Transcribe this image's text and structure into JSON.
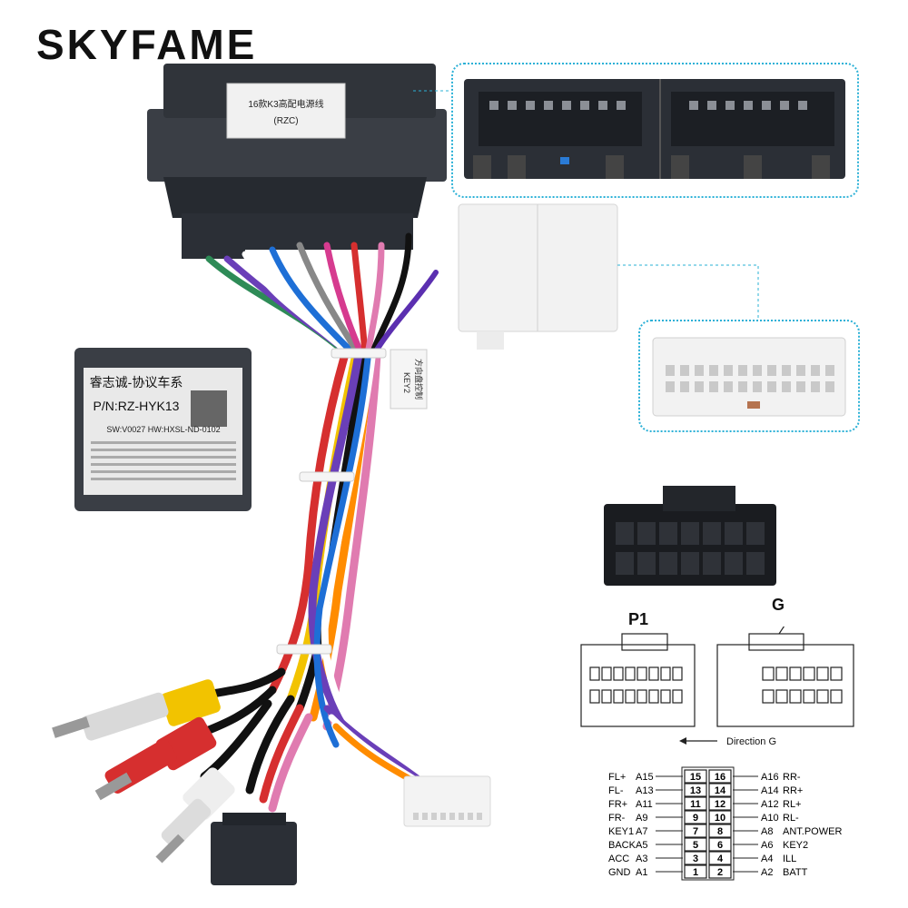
{
  "brand": "SKYFAME",
  "main_connector_label": {
    "line1": "16款K3高配电源线",
    "line2": "(RZC)"
  },
  "module_label": {
    "title": "睿志诚-协议车系",
    "pn": "P/N:RZ-HYK13",
    "sw": "SW:V0027 HW:HXSL-ND-0102"
  },
  "cable_tag": {
    "line1": "KEY2",
    "line2": "方向盘控制"
  },
  "diagram": {
    "p1": "P1",
    "g": "G",
    "direction": "Direction G"
  },
  "pins": [
    {
      "left_label": "FL+",
      "left_code": "A15",
      "left_num": "15",
      "right_num": "16",
      "right_code": "A16",
      "right_label": "RR-"
    },
    {
      "left_label": "FL-",
      "left_code": "A13",
      "left_num": "13",
      "right_num": "14",
      "right_code": "A14",
      "right_label": "RR+"
    },
    {
      "left_label": "FR+",
      "left_code": "A11",
      "left_num": "11",
      "right_num": "12",
      "right_code": "A12",
      "right_label": "RL+"
    },
    {
      "left_label": "FR-",
      "left_code": "A9",
      "left_num": "9",
      "right_num": "10",
      "right_code": "A10",
      "right_label": "RL-"
    },
    {
      "left_label": "KEY1",
      "left_code": "A7",
      "left_num": "7",
      "right_num": "8",
      "right_code": "A8",
      "right_label": "ANT.POWER"
    },
    {
      "left_label": "BACK",
      "left_code": "A5",
      "left_num": "5",
      "right_num": "6",
      "right_code": "A6",
      "right_label": "KEY2"
    },
    {
      "left_label": "ACC",
      "left_code": "A3",
      "left_num": "3",
      "right_num": "4",
      "right_code": "A4",
      "right_label": "ILL"
    },
    {
      "left_label": "GND",
      "left_code": "A1",
      "left_num": "1",
      "right_num": "2",
      "right_code": "A2",
      "right_label": "BATT"
    }
  ],
  "colors": {
    "brand": "#111111",
    "inset_border": "#2ab0d6",
    "connector_dark": "#2b2f36",
    "connector_white": "#f2f2f2"
  }
}
